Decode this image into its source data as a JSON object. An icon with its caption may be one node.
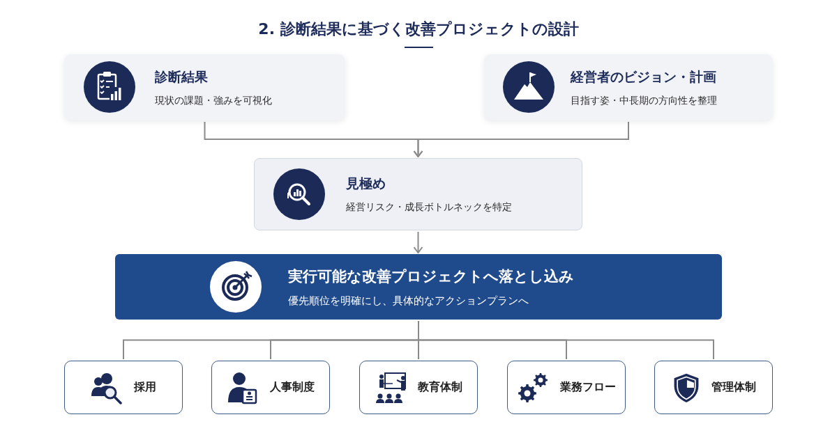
{
  "diagram": {
    "title": "2. 診断結果に基づく改善プロジェクトの設計",
    "nodes": [
      {
        "text": [
          "診断結果",
          "現状の課題・強みを可視化"
        ]
      },
      {
        "text": [
          "経営者のビジョン・計画",
          "目指す姿・中長期の方向性を整理"
        ]
      },
      {
        "text": [
          "見極め",
          "経営リスク・成長ボトルネックを特定"
        ]
      },
      {
        "text": [
          "実行可能な改善プロジェクトへ落とし込み",
          "優先順位を明確にし、具体的なアクションプランへ"
        ]
      },
      {
        "text": [
          "採用"
        ]
      },
      {
        "text": [
          "人事制度"
        ]
      },
      {
        "text": [
          "教育体制"
        ]
      },
      {
        "text": [
          "業務フロー"
        ]
      },
      {
        "text": [
          "管理体制"
        ]
      }
    ],
    "edges": [
      {
        "from": 0,
        "to": 2,
        "arrow": "to"
      },
      {
        "from": 1,
        "to": 2,
        "arrow": "to"
      },
      {
        "from": 2,
        "to": 3,
        "arrow": "to"
      },
      {
        "from": 3,
        "to": 4,
        "arrow": "none"
      },
      {
        "from": 3,
        "to": 5,
        "arrow": "none"
      },
      {
        "from": 3,
        "to": 6,
        "arrow": "none"
      },
      {
        "from": 3,
        "to": 7,
        "arrow": "none"
      },
      {
        "from": 3,
        "to": 8,
        "arrow": "none"
      }
    ]
  }
}
